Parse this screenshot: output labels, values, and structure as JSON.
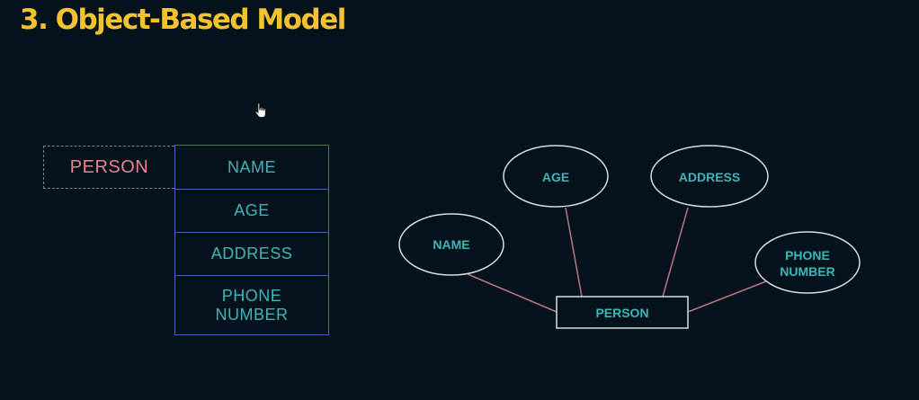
{
  "slide": {
    "title": "3. Object-Based Model"
  },
  "table_view": {
    "entity": "PERSON",
    "attributes": [
      "NAME",
      "AGE",
      "ADDRESS",
      "PHONE\nNUMBER"
    ]
  },
  "er_view": {
    "entity": "PERSON",
    "attributes": {
      "name": "NAME",
      "age": "AGE",
      "address": "ADDRESS",
      "phone_line1": "PHONE",
      "phone_line2": "NUMBER"
    }
  },
  "colors": {
    "background": "#03121b",
    "title": "#f2c230",
    "entity_label": "#e7848f",
    "attribute_text": "#3fb5b8",
    "table_border": "#4a62b4",
    "connector": "#b87584",
    "ellipse_stroke": "#d9dde0"
  },
  "icons": {
    "cursor": "hand-pointer-icon"
  }
}
